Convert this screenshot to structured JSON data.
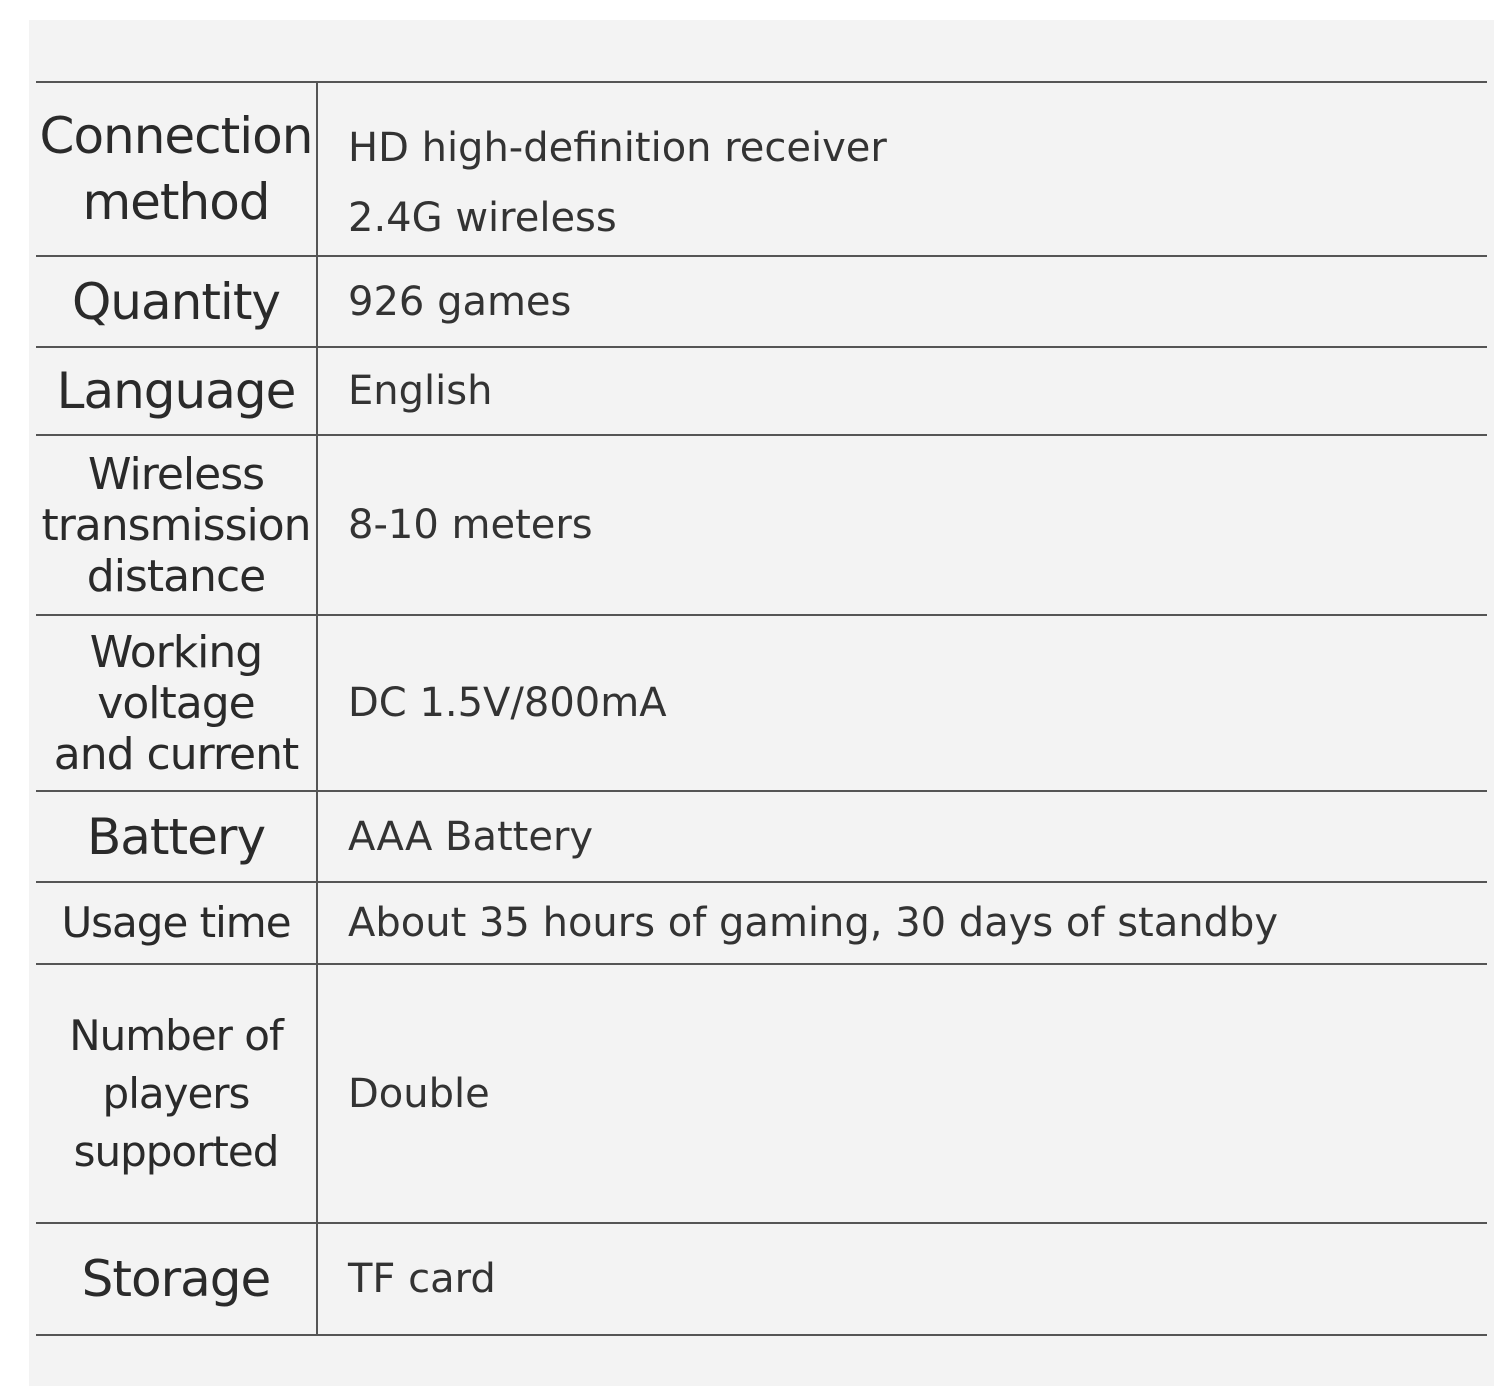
{
  "spec_table": {
    "rows": [
      {
        "label": "Connection\nmethod",
        "values": [
          "HD high-definition receiver",
          "2.4G wireless"
        ]
      },
      {
        "label": "Quantity",
        "values": [
          "926 games"
        ]
      },
      {
        "label": "Language",
        "values": [
          "English"
        ]
      },
      {
        "label": "Wireless\ntransmission\ndistance",
        "values": [
          "8-10 meters"
        ]
      },
      {
        "label": "Working\nvoltage\nand current",
        "values": [
          "DC 1.5V/800mA"
        ]
      },
      {
        "label": "Battery",
        "values": [
          "AAA Battery"
        ]
      },
      {
        "label": "Usage time",
        "values": [
          "About 35 hours of gaming, 30 days of standby"
        ]
      },
      {
        "label": "Number of\nplayers\nsupported",
        "values": [
          "Double"
        ]
      },
      {
        "label": "Storage",
        "values": [
          "TF card"
        ]
      }
    ]
  }
}
